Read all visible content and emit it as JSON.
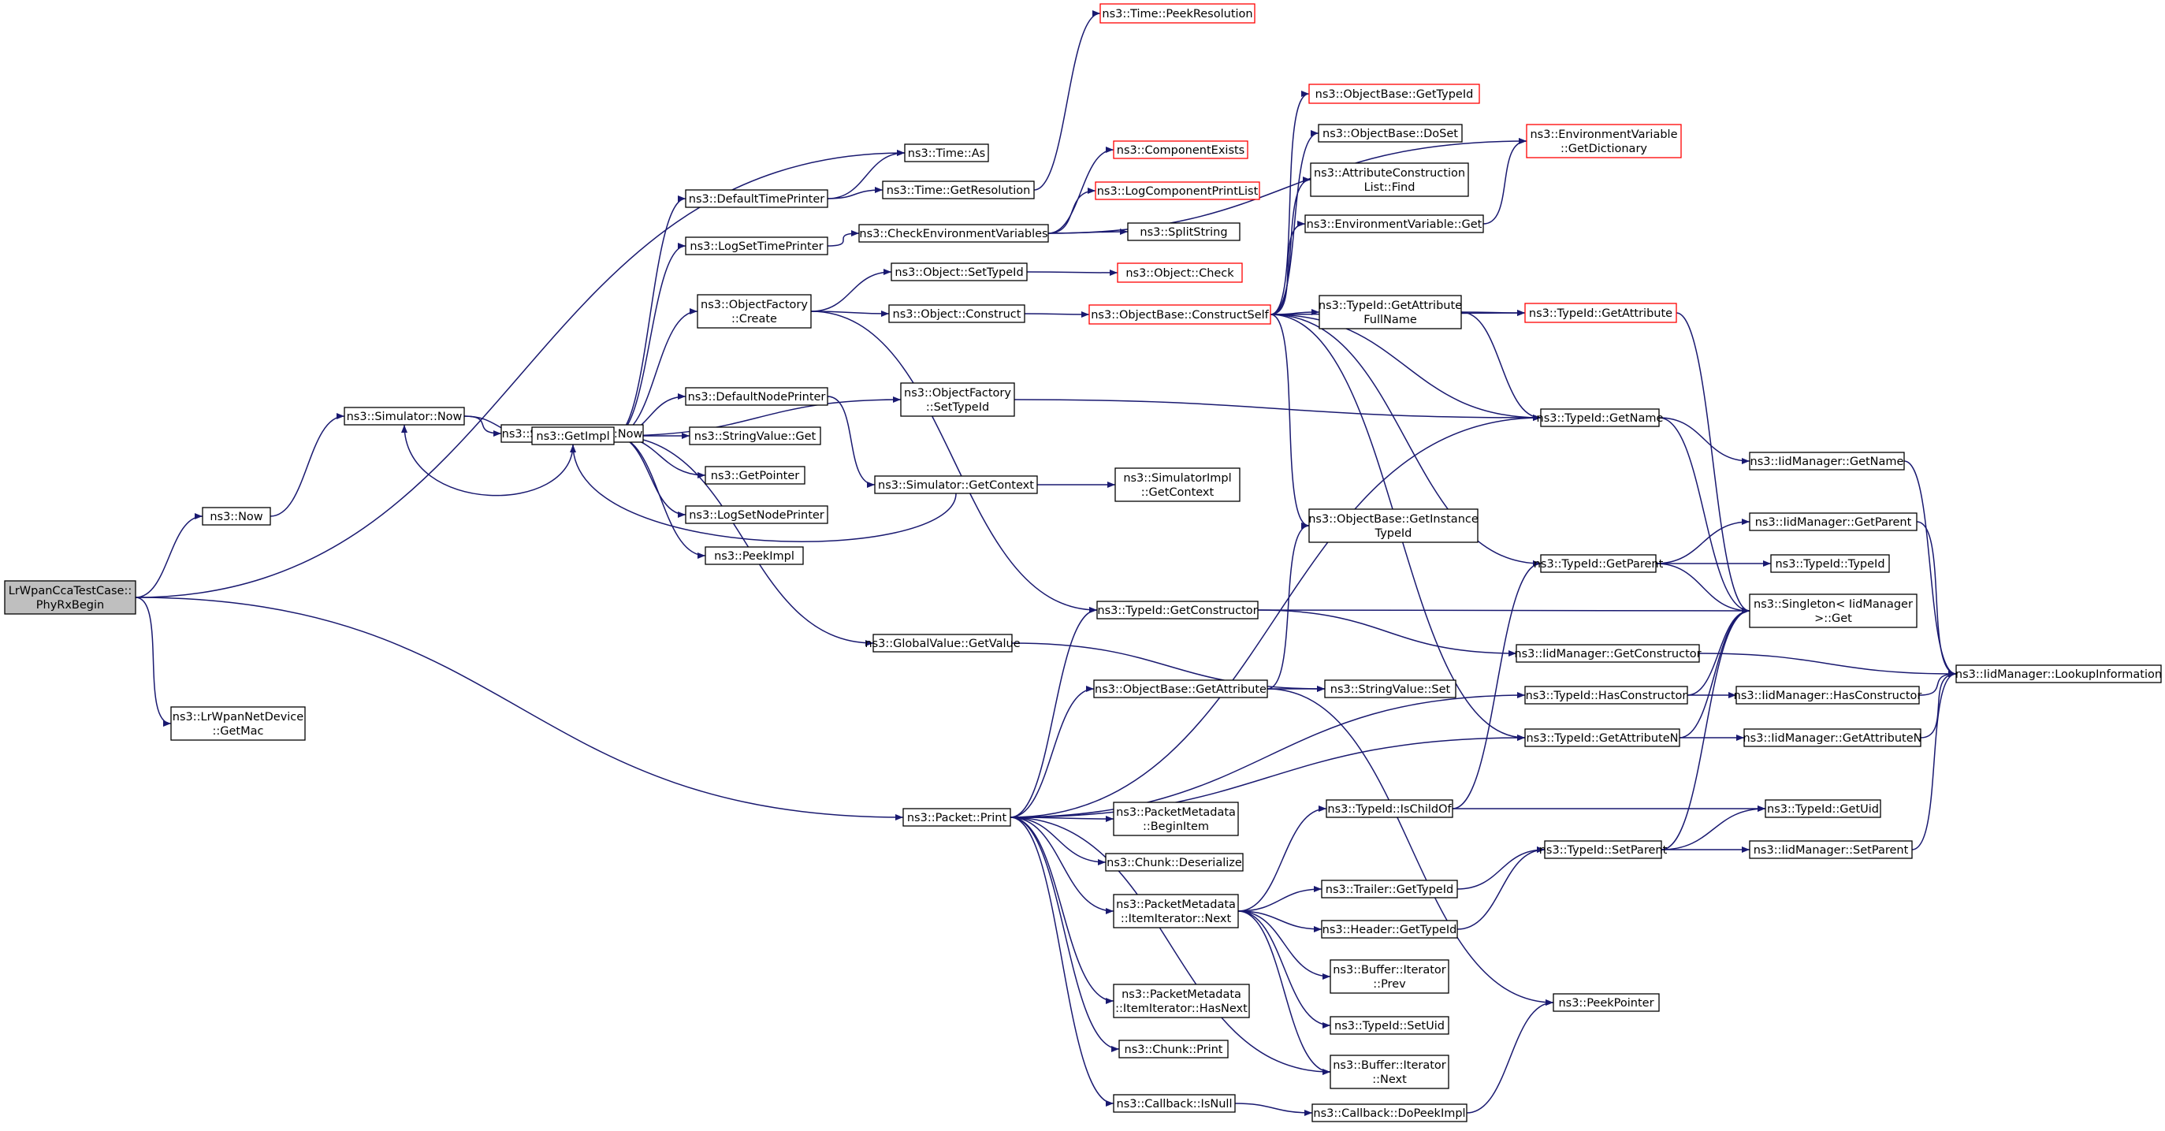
{
  "colors": {
    "edge": "#191970",
    "node_border": "#000000",
    "truncated_border": "#ff0000",
    "root_fill": "#bfbfbf",
    "node_fill": "#ffffff"
  },
  "nodes": [
    {
      "id": "root",
      "lines": [
        "LrWpanCcaTestCase::",
        "PhyRxBegin"
      ],
      "style": "root"
    },
    {
      "id": "now",
      "lines": [
        "ns3::Now"
      ],
      "style": "normal"
    },
    {
      "id": "getmac",
      "lines": [
        "ns3::LrWpanNetDevice",
        "::GetMac"
      ],
      "style": "normal"
    },
    {
      "id": "simnow",
      "lines": [
        "ns3::Simulator::Now"
      ],
      "style": "normal"
    },
    {
      "id": "simimplnow",
      "lines": [
        "ns3::SimulatorImpl::Now"
      ],
      "style": "normal"
    },
    {
      "id": "getimpl",
      "lines": [
        "ns3::GetImpl"
      ],
      "style": "normal"
    },
    {
      "id": "deftimeprinter",
      "lines": [
        "ns3::DefaultTimePrinter"
      ],
      "style": "normal"
    },
    {
      "id": "logsettimeprinter",
      "lines": [
        "ns3::LogSetTimePrinter"
      ],
      "style": "normal"
    },
    {
      "id": "objfactcreate",
      "lines": [
        "ns3::ObjectFactory",
        "::Create"
      ],
      "style": "normal"
    },
    {
      "id": "defnodeprinter",
      "lines": [
        "ns3::DefaultNodePrinter"
      ],
      "style": "normal"
    },
    {
      "id": "strvalget",
      "lines": [
        "ns3::StringValue::Get"
      ],
      "style": "normal"
    },
    {
      "id": "getpointer",
      "lines": [
        "ns3::GetPointer"
      ],
      "style": "normal"
    },
    {
      "id": "logsetnodeprinter",
      "lines": [
        "ns3::LogSetNodePrinter"
      ],
      "style": "normal"
    },
    {
      "id": "peekimpl",
      "lines": [
        "ns3::PeekImpl"
      ],
      "style": "normal"
    },
    {
      "id": "globalvalget",
      "lines": [
        "ns3::GlobalValue::GetValue"
      ],
      "style": "normal"
    },
    {
      "id": "packetprint",
      "lines": [
        "ns3::Packet::Print"
      ],
      "style": "normal"
    },
    {
      "id": "timeas",
      "lines": [
        "ns3::Time::As"
      ],
      "style": "normal"
    },
    {
      "id": "timegetres",
      "lines": [
        "ns3::Time::GetResolution"
      ],
      "style": "normal"
    },
    {
      "id": "timepeekres",
      "lines": [
        "ns3::Time::PeekResolution"
      ],
      "style": "red"
    },
    {
      "id": "checkenv",
      "lines": [
        "ns3::CheckEnvironmentVariables"
      ],
      "style": "normal"
    },
    {
      "id": "compexists",
      "lines": [
        "ns3::ComponentExists"
      ],
      "style": "red"
    },
    {
      "id": "logcompprint",
      "lines": [
        "ns3::LogComponentPrintList"
      ],
      "style": "red"
    },
    {
      "id": "splitstring",
      "lines": [
        "ns3::SplitString"
      ],
      "style": "normal"
    },
    {
      "id": "objsettypeid",
      "lines": [
        "ns3::Object::SetTypeId"
      ],
      "style": "normal"
    },
    {
      "id": "objcheck",
      "lines": [
        "ns3::Object::Check"
      ],
      "style": "red"
    },
    {
      "id": "objconstruct",
      "lines": [
        "ns3::Object::Construct"
      ],
      "style": "normal"
    },
    {
      "id": "objbaseconstruct",
      "lines": [
        "ns3::ObjectBase::ConstructSelf"
      ],
      "style": "red"
    },
    {
      "id": "objfactsettypeid",
      "lines": [
        "ns3::ObjectFactory",
        "::SetTypeId"
      ],
      "style": "normal"
    },
    {
      "id": "simgetctx",
      "lines": [
        "ns3::Simulator::GetContext"
      ],
      "style": "normal"
    },
    {
      "id": "simimplgetctx",
      "lines": [
        "ns3::SimulatorImpl",
        "::GetContext"
      ],
      "style": "normal"
    },
    {
      "id": "objbasegettypeid",
      "lines": [
        "ns3::ObjectBase::GetTypeId"
      ],
      "style": "red"
    },
    {
      "id": "objbasedoset",
      "lines": [
        "ns3::ObjectBase::DoSet"
      ],
      "style": "normal"
    },
    {
      "id": "attrconstfind",
      "lines": [
        "ns3::AttributeConstruction",
        "List::Find"
      ],
      "style": "normal"
    },
    {
      "id": "envvarget",
      "lines": [
        "ns3::EnvironmentVariable::Get"
      ],
      "style": "normal"
    },
    {
      "id": "envvargetdict",
      "lines": [
        "ns3::EnvironmentVariable",
        "::GetDictionary"
      ],
      "style": "red"
    },
    {
      "id": "tidgetattrfull",
      "lines": [
        "ns3::TypeId::GetAttribute",
        "FullName"
      ],
      "style": "normal"
    },
    {
      "id": "tidgetattr",
      "lines": [
        "ns3::TypeId::GetAttribute"
      ],
      "style": "red"
    },
    {
      "id": "tidgetname",
      "lines": [
        "ns3::TypeId::GetName"
      ],
      "style": "normal"
    },
    {
      "id": "iidgetname",
      "lines": [
        "ns3::IidManager::GetName"
      ],
      "style": "normal"
    },
    {
      "id": "objbasegetinst",
      "lines": [
        "ns3::ObjectBase::GetInstance",
        "TypeId"
      ],
      "style": "normal"
    },
    {
      "id": "tidgetparent",
      "lines": [
        "ns3::TypeId::GetParent"
      ],
      "style": "normal"
    },
    {
      "id": "iidgetparent",
      "lines": [
        "ns3::IidManager::GetParent"
      ],
      "style": "normal"
    },
    {
      "id": "tidtypeid",
      "lines": [
        "ns3::TypeId::TypeId"
      ],
      "style": "normal"
    },
    {
      "id": "singletonget",
      "lines": [
        "ns3::Singleton< IidManager",
        " >::Get"
      ],
      "style": "normal"
    },
    {
      "id": "tidgetconstructor",
      "lines": [
        "ns3::TypeId::GetConstructor"
      ],
      "style": "normal"
    },
    {
      "id": "iidgetconstructor",
      "lines": [
        "ns3::IidManager::GetConstructor"
      ],
      "style": "normal"
    },
    {
      "id": "iidlookup",
      "lines": [
        "ns3::IidManager::LookupInformation"
      ],
      "style": "normal"
    },
    {
      "id": "objbasegetattr",
      "lines": [
        "ns3::ObjectBase::GetAttribute"
      ],
      "style": "normal"
    },
    {
      "id": "strvalset",
      "lines": [
        "ns3::StringValue::Set"
      ],
      "style": "normal"
    },
    {
      "id": "tidhasconstructor",
      "lines": [
        "ns3::TypeId::HasConstructor"
      ],
      "style": "normal"
    },
    {
      "id": "iidhasconstructor",
      "lines": [
        "ns3::IidManager::HasConstructor"
      ],
      "style": "normal"
    },
    {
      "id": "tidgetattrn",
      "lines": [
        "ns3::TypeId::GetAttributeN"
      ],
      "style": "normal"
    },
    {
      "id": "iidgetattrn",
      "lines": [
        "ns3::IidManager::GetAttributeN"
      ],
      "style": "normal"
    },
    {
      "id": "tidischildof",
      "lines": [
        "ns3::TypeId::IsChildOf"
      ],
      "style": "normal"
    },
    {
      "id": "tidgetuid",
      "lines": [
        "ns3::TypeId::GetUid"
      ],
      "style": "normal"
    },
    {
      "id": "pmbeginitem",
      "lines": [
        "ns3::PacketMetadata",
        "::BeginItem"
      ],
      "style": "normal"
    },
    {
      "id": "chunkdeser",
      "lines": [
        "ns3::Chunk::Deserialize"
      ],
      "style": "normal"
    },
    {
      "id": "tidsetparent",
      "lines": [
        "ns3::TypeId::SetParent"
      ],
      "style": "normal"
    },
    {
      "id": "iidsetparent",
      "lines": [
        "ns3::IidManager::SetParent"
      ],
      "style": "normal"
    },
    {
      "id": "pmitnext",
      "lines": [
        "ns3::PacketMetadata",
        "::ItemIterator::Next"
      ],
      "style": "normal"
    },
    {
      "id": "trailergettypeid",
      "lines": [
        "ns3::Trailer::GetTypeId"
      ],
      "style": "normal"
    },
    {
      "id": "headergettypeid",
      "lines": [
        "ns3::Header::GetTypeId"
      ],
      "style": "normal"
    },
    {
      "id": "bufitprev",
      "lines": [
        "ns3::Buffer::Iterator",
        "::Prev"
      ],
      "style": "normal"
    },
    {
      "id": "pmithasnext",
      "lines": [
        "ns3::PacketMetadata",
        "::ItemIterator::HasNext"
      ],
      "style": "normal"
    },
    {
      "id": "peekpointer",
      "lines": [
        "ns3::PeekPointer"
      ],
      "style": "normal"
    },
    {
      "id": "tidsetuid",
      "lines": [
        "ns3::TypeId::SetUid"
      ],
      "style": "normal"
    },
    {
      "id": "chunkprint",
      "lines": [
        "ns3::Chunk::Print"
      ],
      "style": "normal"
    },
    {
      "id": "bufitnext",
      "lines": [
        "ns3::Buffer::Iterator",
        "::Next"
      ],
      "style": "normal"
    },
    {
      "id": "callbackisnull",
      "lines": [
        "ns3::Callback::IsNull"
      ],
      "style": "normal"
    },
    {
      "id": "callbackdopeek",
      "lines": [
        "ns3::Callback::DoPeekImpl"
      ],
      "style": "normal"
    }
  ],
  "edges": [
    [
      "root",
      "now"
    ],
    [
      "root",
      "getmac"
    ],
    [
      "root",
      "timeas"
    ],
    [
      "root",
      "packetprint"
    ],
    [
      "now",
      "simnow"
    ],
    [
      "simnow",
      "simimplnow"
    ],
    [
      "simnow",
      "getimpl"
    ],
    [
      "getimpl",
      "simnow"
    ],
    [
      "getimpl",
      "deftimeprinter"
    ],
    [
      "getimpl",
      "logsettimeprinter"
    ],
    [
      "getimpl",
      "objfactcreate"
    ],
    [
      "getimpl",
      "defnodeprinter"
    ],
    [
      "getimpl",
      "strvalget"
    ],
    [
      "getimpl",
      "getpointer"
    ],
    [
      "getimpl",
      "logsetnodeprinter"
    ],
    [
      "getimpl",
      "peekimpl"
    ],
    [
      "getimpl",
      "globalvalget"
    ],
    [
      "getimpl",
      "objfactsettypeid"
    ],
    [
      "deftimeprinter",
      "timeas"
    ],
    [
      "deftimeprinter",
      "timegetres"
    ],
    [
      "timegetres",
      "timepeekres"
    ],
    [
      "logsettimeprinter",
      "checkenv"
    ],
    [
      "checkenv",
      "compexists"
    ],
    [
      "checkenv",
      "logcompprint"
    ],
    [
      "checkenv",
      "splitstring"
    ],
    [
      "checkenv",
      "envvargetdict"
    ],
    [
      "objfactcreate",
      "objsettypeid"
    ],
    [
      "objfactcreate",
      "objconstruct"
    ],
    [
      "objfactcreate",
      "tidgetconstructor"
    ],
    [
      "objsettypeid",
      "objcheck"
    ],
    [
      "objconstruct",
      "objbaseconstruct"
    ],
    [
      "objbaseconstruct",
      "objbasegettypeid"
    ],
    [
      "objbaseconstruct",
      "objbasedoset"
    ],
    [
      "objbaseconstruct",
      "attrconstfind"
    ],
    [
      "objbaseconstruct",
      "envvarget"
    ],
    [
      "objbaseconstruct",
      "tidgetattrfull"
    ],
    [
      "objbaseconstruct",
      "tidgetattr"
    ],
    [
      "objbaseconstruct",
      "tidgetname"
    ],
    [
      "objbaseconstruct",
      "objbasegetinst"
    ],
    [
      "objbaseconstruct",
      "tidgetparent"
    ],
    [
      "objbaseconstruct",
      "tidgetattrn"
    ],
    [
      "envvarget",
      "envvargetdict"
    ],
    [
      "tidgetattrfull",
      "tidgetattr"
    ],
    [
      "tidgetattrfull",
      "tidgetname"
    ],
    [
      "tidgetattr",
      "singletonget"
    ],
    [
      "objfactsettypeid",
      "tidgetname"
    ],
    [
      "defnodeprinter",
      "simgetctx"
    ],
    [
      "simgetctx",
      "simimplgetctx"
    ],
    [
      "simgetctx",
      "getimpl"
    ],
    [
      "tidgetname",
      "iidgetname"
    ],
    [
      "tidgetname",
      "singletonget"
    ],
    [
      "iidgetname",
      "iidlookup"
    ],
    [
      "tidgetparent",
      "iidgetparent"
    ],
    [
      "tidgetparent",
      "tidtypeid"
    ],
    [
      "tidgetparent",
      "singletonget"
    ],
    [
      "iidgetparent",
      "iidlookup"
    ],
    [
      "globalvalget",
      "strvalset"
    ],
    [
      "packetprint",
      "tidgetconstructor"
    ],
    [
      "packetprint",
      "tidgetname"
    ],
    [
      "packetprint",
      "objbasegetattr"
    ],
    [
      "packetprint",
      "tidhasconstructor"
    ],
    [
      "packetprint",
      "tidgetattrn"
    ],
    [
      "packetprint",
      "pmbeginitem"
    ],
    [
      "packetprint",
      "chunkdeser"
    ],
    [
      "packetprint",
      "pmitnext"
    ],
    [
      "packetprint",
      "pmithasnext"
    ],
    [
      "packetprint",
      "chunkprint"
    ],
    [
      "packetprint",
      "callbackisnull"
    ],
    [
      "packetprint",
      "bufitnext"
    ],
    [
      "tidgetconstructor",
      "iidgetconstructor"
    ],
    [
      "tidgetconstructor",
      "singletonget"
    ],
    [
      "iidgetconstructor",
      "iidlookup"
    ],
    [
      "objbasegetattr",
      "objbasegetinst"
    ],
    [
      "objbasegetattr",
      "strvalset"
    ],
    [
      "objbasegetattr",
      "peekpointer"
    ],
    [
      "tidhasconstructor",
      "iidhasconstructor"
    ],
    [
      "tidhasconstructor",
      "singletonget"
    ],
    [
      "iidhasconstructor",
      "iidlookup"
    ],
    [
      "tidgetattrn",
      "iidgetattrn"
    ],
    [
      "tidgetattrn",
      "singletonget"
    ],
    [
      "iidgetattrn",
      "iidlookup"
    ],
    [
      "pmitnext",
      "tidischildof"
    ],
    [
      "pmitnext",
      "trailergettypeid"
    ],
    [
      "pmitnext",
      "headergettypeid"
    ],
    [
      "pmitnext",
      "bufitprev"
    ],
    [
      "pmitnext",
      "tidsetuid"
    ],
    [
      "pmitnext",
      "bufitnext"
    ],
    [
      "tidischildof",
      "tidgetparent"
    ],
    [
      "tidischildof",
      "tidgetuid"
    ],
    [
      "trailergettypeid",
      "tidsetparent"
    ],
    [
      "headergettypeid",
      "tidsetparent"
    ],
    [
      "tidsetparent",
      "tidgetuid"
    ],
    [
      "tidsetparent",
      "iidsetparent"
    ],
    [
      "tidsetparent",
      "singletonget"
    ],
    [
      "iidsetparent",
      "iidlookup"
    ],
    [
      "callbackisnull",
      "callbackdopeek"
    ],
    [
      "callbackdopeek",
      "peekpointer"
    ]
  ]
}
